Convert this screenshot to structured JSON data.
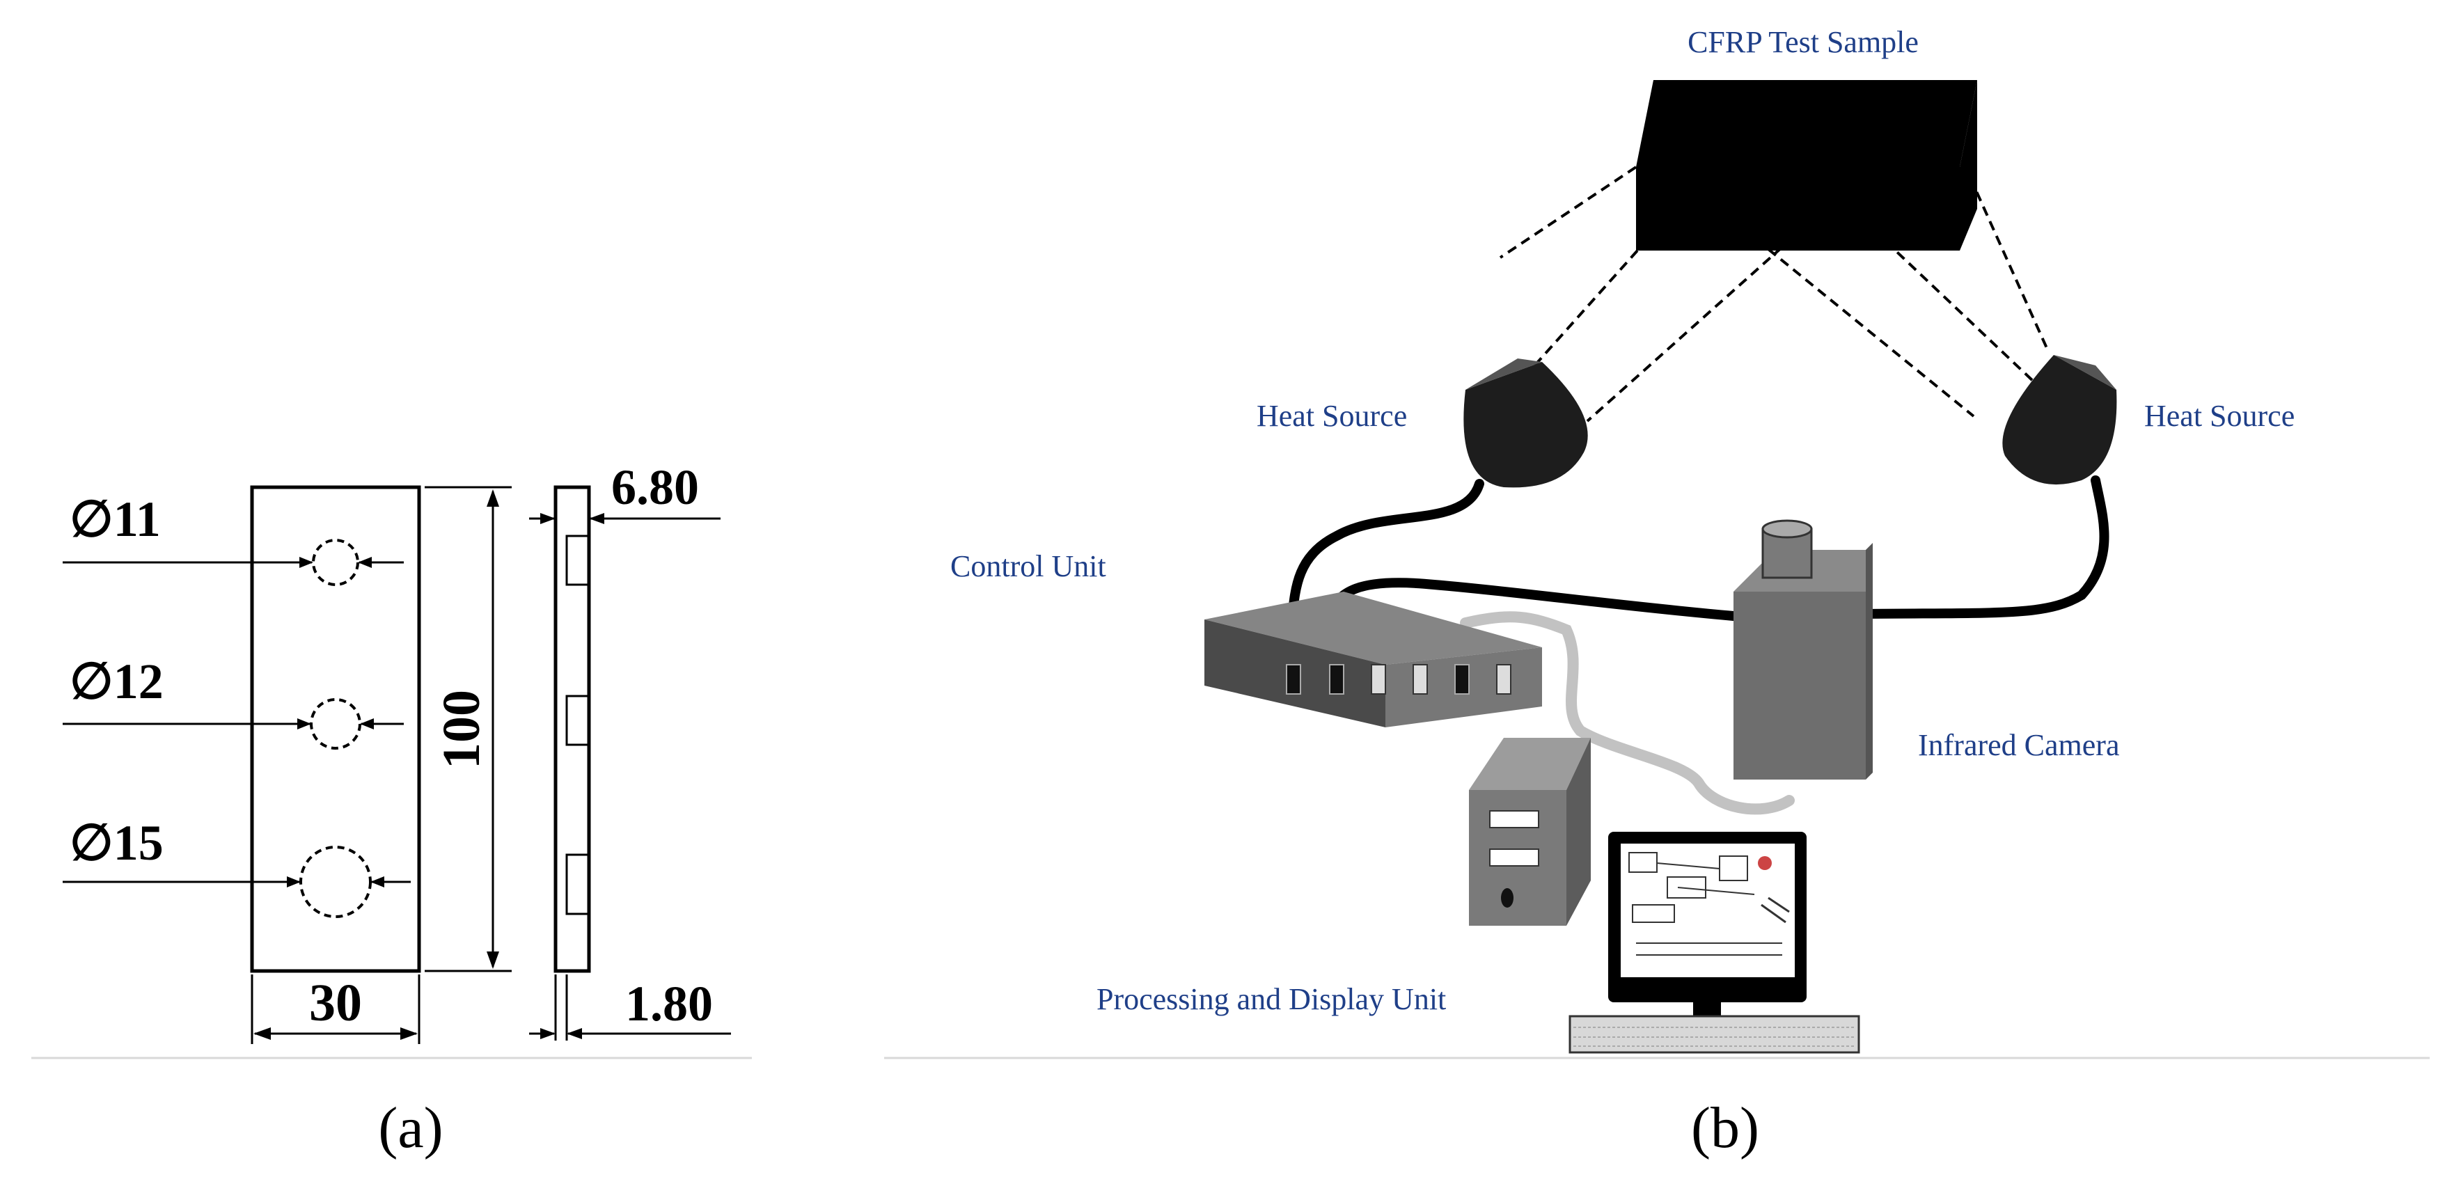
{
  "panel_a": {
    "hole_1": "∅11",
    "hole_2": "∅12",
    "hole_3": "∅15",
    "length": "100",
    "width": "30",
    "thickness_top": "6.80",
    "thickness_bottom": "1.80",
    "caption": "(a)"
  },
  "panel_b": {
    "sample_label": "CFRP Test Sample",
    "heat_source_left": "Heat Source",
    "heat_source_right": "Heat Source",
    "control_unit": "Control Unit",
    "infrared_camera": "Infrared Camera",
    "processing_unit": "Processing and Display Unit",
    "caption": "(b)"
  },
  "colors": {
    "label_blue": "#1f3f88",
    "device_gray": "#6e6e6e",
    "cable_gray": "#c2c2c2"
  }
}
